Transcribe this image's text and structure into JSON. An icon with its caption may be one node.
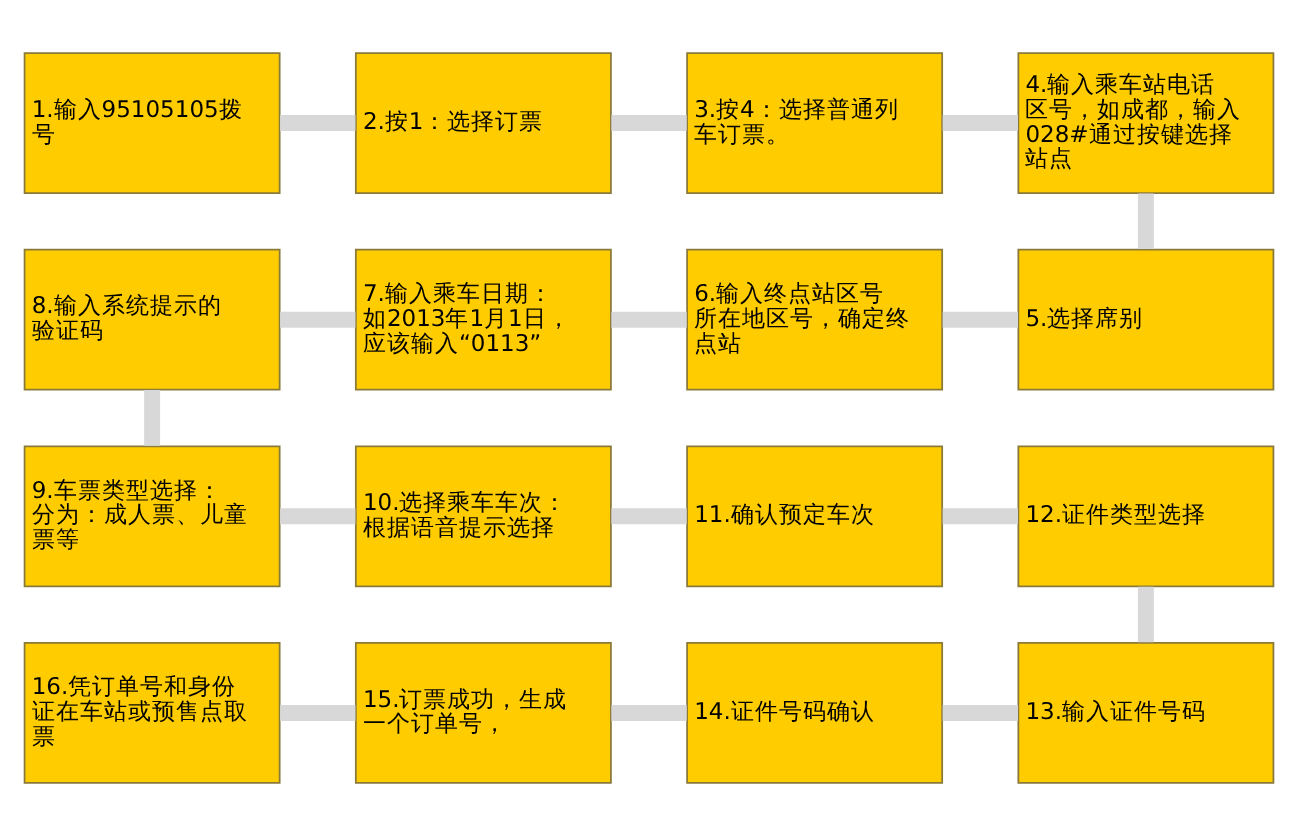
{
  "diagram": {
    "nodes": [
      {
        "text": [
          "1.输入95105105拨号"
        ]
      },
      {
        "text": [
          "2.按1：选择订票"
        ]
      },
      {
        "text": [
          "3.按4：选择普通列车订票。"
        ]
      },
      {
        "text": [
          "4.输入乘车站电话区号，如成都，输入028#通过按键选择站点"
        ]
      },
      {
        "text": [
          "5.选择席别"
        ]
      },
      {
        "text": [
          "6.输入终点站区号所在地区号，确定终点站"
        ]
      },
      {
        "text": [
          "7.输入乘车日期：如2013年1月1日，应该输入“0113”"
        ]
      },
      {
        "text": [
          "8.输入系统提示的验证码"
        ]
      },
      {
        "text": [
          "9.车票类型选择：分为：成人票、儿童票等"
        ]
      },
      {
        "text": [
          "10.选择乘车车次：根据语音提示选择"
        ]
      },
      {
        "text": [
          "11.确认预定车次"
        ]
      },
      {
        "text": [
          "12.证件类型选择"
        ]
      },
      {
        "text": [
          "13.输入证件号码"
        ]
      },
      {
        "text": [
          "14.证件号码确认"
        ]
      },
      {
        "text": [
          "15.订票成功，生成一个订单号，"
        ]
      },
      {
        "text": [
          "16.凭订单号和身份证在车站或预售点取票"
        ]
      }
    ],
    "edges": [
      {
        "from": 0,
        "to": 1,
        "arrow": "none"
      },
      {
        "from": 1,
        "to": 2,
        "arrow": "none"
      },
      {
        "from": 2,
        "to": 3,
        "arrow": "none"
      },
      {
        "from": 3,
        "to": 4,
        "arrow": "none"
      },
      {
        "from": 4,
        "to": 5,
        "arrow": "none"
      },
      {
        "from": 5,
        "to": 6,
        "arrow": "none"
      },
      {
        "from": 6,
        "to": 7,
        "arrow": "none"
      },
      {
        "from": 7,
        "to": 8,
        "arrow": "none"
      },
      {
        "from": 8,
        "to": 9,
        "arrow": "none"
      },
      {
        "from": 9,
        "to": 10,
        "arrow": "none"
      },
      {
        "from": 10,
        "to": 11,
        "arrow": "none"
      },
      {
        "from": 11,
        "to": 12,
        "arrow": "none"
      },
      {
        "from": 12,
        "to": 13,
        "arrow": "none"
      },
      {
        "from": 13,
        "to": 14,
        "arrow": "none"
      },
      {
        "from": 14,
        "to": 15,
        "arrow": "none"
      }
    ]
  }
}
